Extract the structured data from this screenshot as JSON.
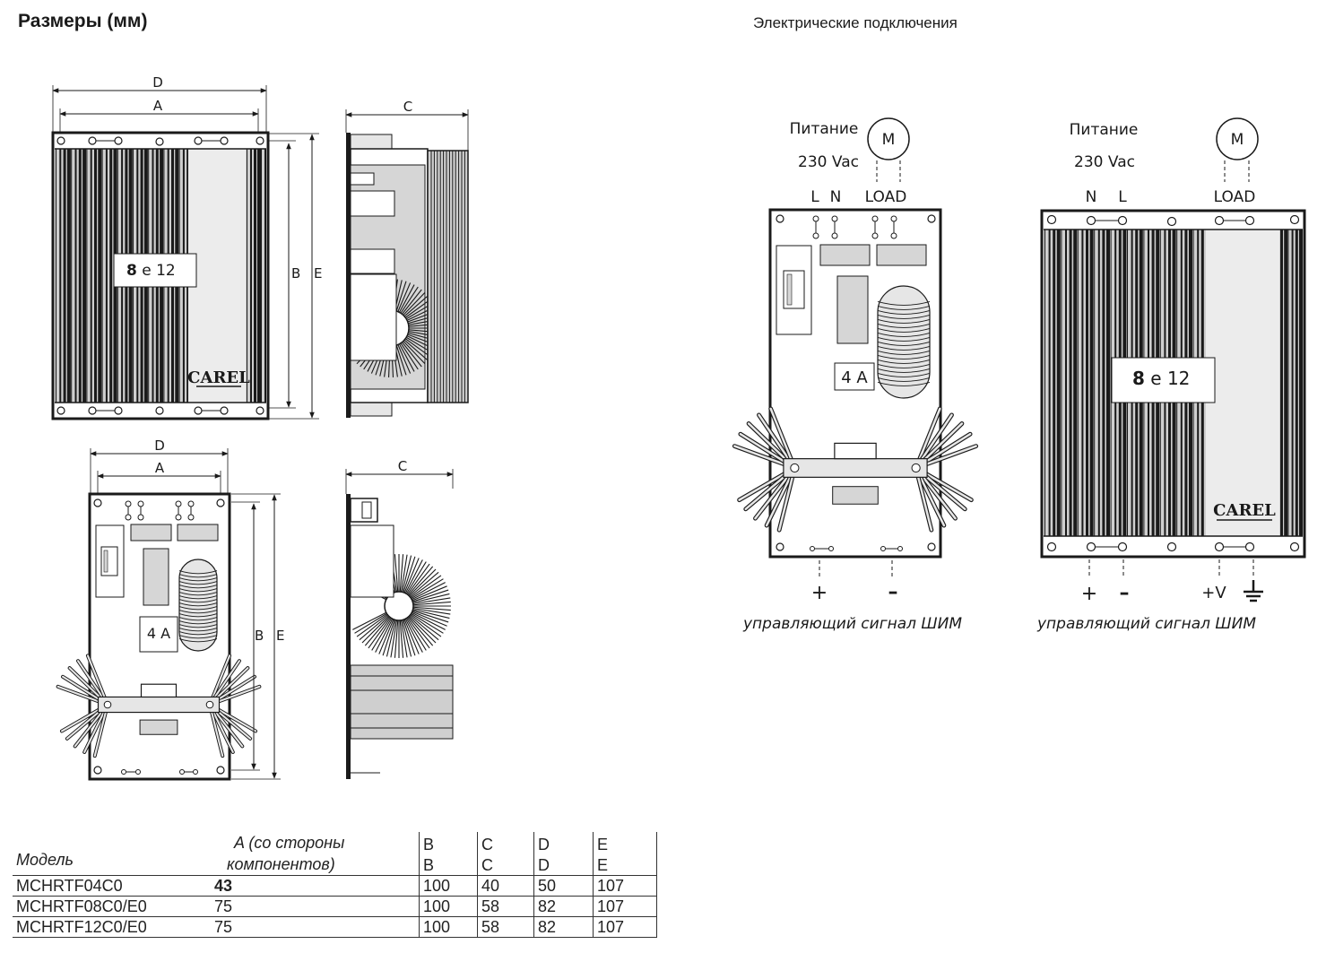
{
  "titles": {
    "dimensions": "Размеры (мм)",
    "electrical": "Электрические подключения"
  },
  "dim_labels": {
    "a": "A",
    "b": "B",
    "c": "C",
    "d": "D",
    "e": "E"
  },
  "device": {
    "brand": "CAREL",
    "models_label_num": "8",
    "models_label_rest": " e 12",
    "fuse_label": "4 A"
  },
  "wiring": {
    "power_label": "Питание",
    "voltage_label": "230 Vac",
    "motor_label": "M",
    "load_label": "LOAD",
    "left_terms": [
      "L",
      "N"
    ],
    "right_terms": [
      "N",
      "L"
    ],
    "plus": "+",
    "minus": "–",
    "plus_v": "+V",
    "signal_caption": "управляющий сигнал ШИМ"
  },
  "table": {
    "col_model": "Модель",
    "col_a_line1": "A (со стороны",
    "col_a_line2": "компонентов)",
    "sub_headers": [
      "B",
      "C",
      "D",
      "E"
    ],
    "rows": [
      {
        "model": "MCHRTF04C0",
        "a": "43",
        "b": "100",
        "c": "40",
        "d": "50",
        "e": "107"
      },
      {
        "model": "MCHRTF08C0/E0",
        "a": "75",
        "b": "100",
        "c": "58",
        "d": "82",
        "e": "107"
      },
      {
        "model": "MCHRTF12C0/E0",
        "a": "75",
        "b": "100",
        "c": "58",
        "d": "82",
        "e": "107"
      }
    ]
  }
}
